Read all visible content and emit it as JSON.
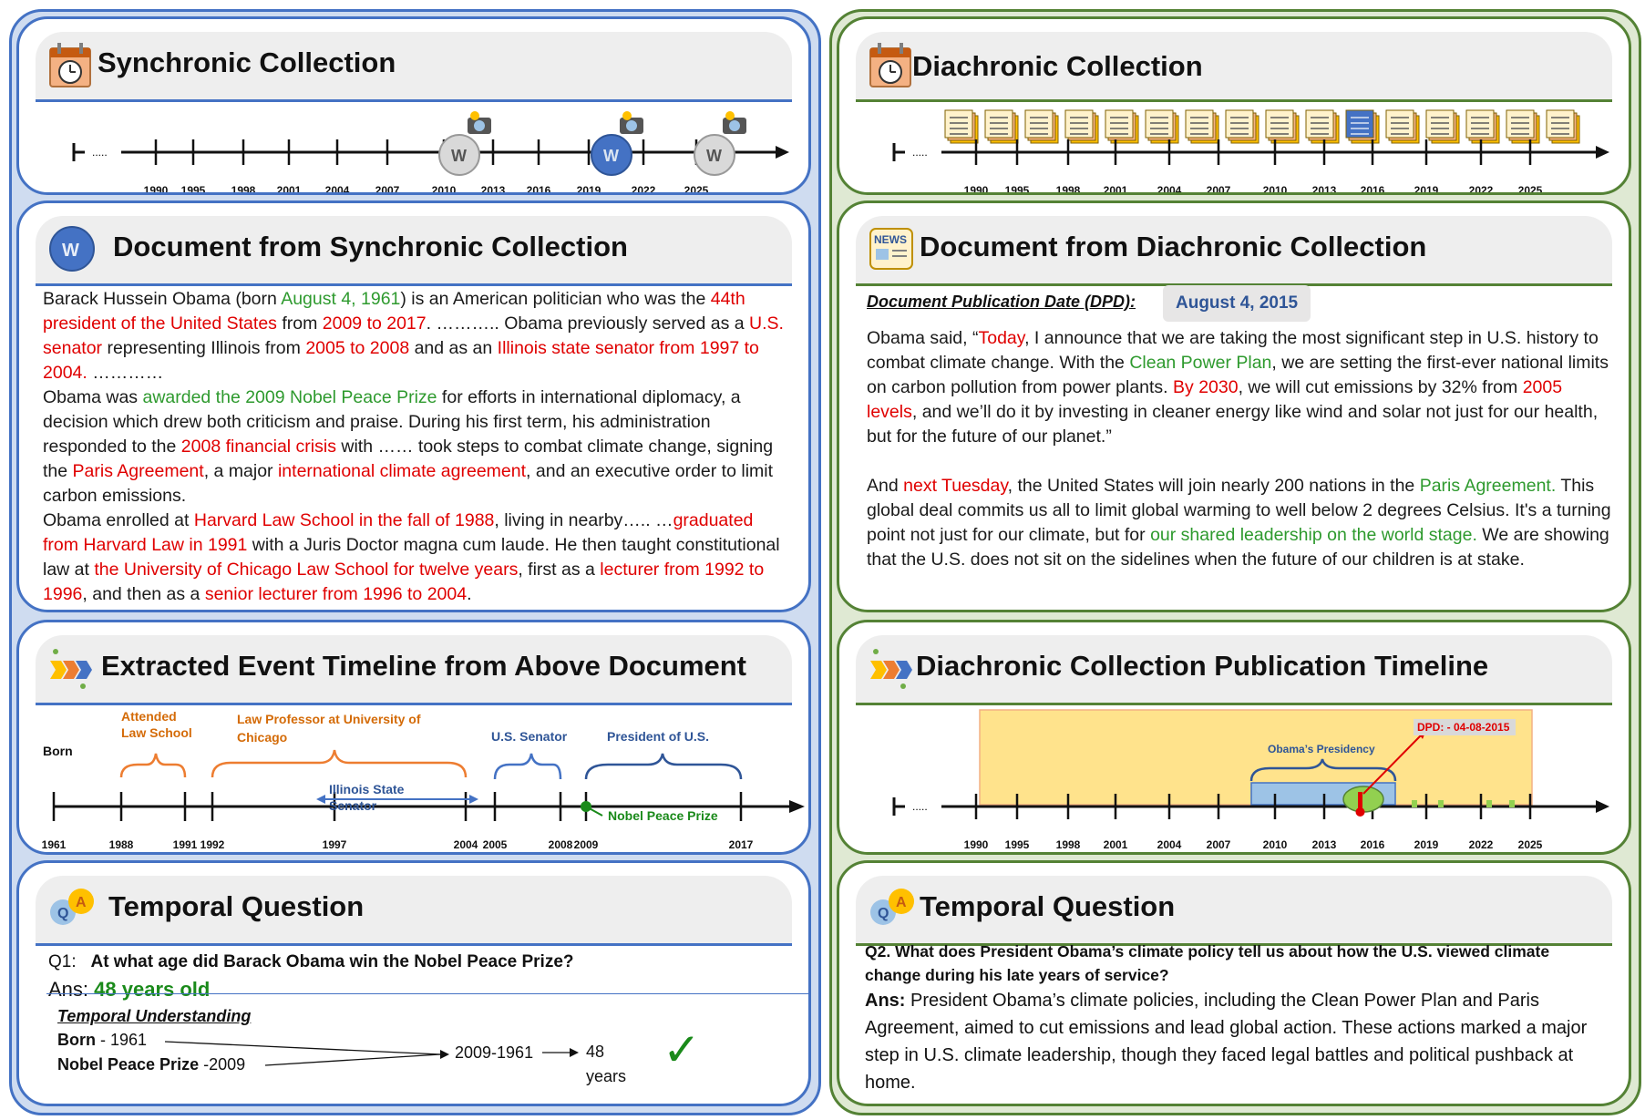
{
  "colors": {
    "blue_accent": "#4472c4",
    "green_accent": "#548235",
    "red": "#e00000",
    "green_text": "#2e9a2e",
    "orange": "#d46b08"
  },
  "left": {
    "sync": {
      "title": "Synchronic Collection",
      "ticks": [
        "1990",
        "1995",
        "1998",
        "2001",
        "2004",
        "2007",
        "2010",
        "2013",
        "2016",
        "2019",
        "2022",
        "2025"
      ],
      "start_dots": "....."
    },
    "doc": {
      "title": "Document from Synchronic Collection",
      "p1": [
        {
          "t": "Barack Hussein Obama (born ",
          "c": ""
        },
        {
          "t": "August 4, 1961",
          "c": "grn"
        },
        {
          "t": ") is an American politician who was the ",
          "c": ""
        },
        {
          "t": "44th president of the United States",
          "c": "red"
        },
        {
          "t": " from ",
          "c": ""
        },
        {
          "t": "2009 to 2017",
          "c": "red"
        },
        {
          "t": ". ……….. Obama previously served as a ",
          "c": ""
        },
        {
          "t": "U.S. senator",
          "c": "red"
        },
        {
          "t": " representing Illinois from ",
          "c": ""
        },
        {
          "t": "2005 to 2008",
          "c": "red"
        },
        {
          "t": " and as an ",
          "c": ""
        },
        {
          "t": "Illinois state senator from 1997 to 2004.",
          "c": "red"
        },
        {
          "t": " …………",
          "c": ""
        }
      ],
      "p2": [
        {
          "t": "Obama was ",
          "c": ""
        },
        {
          "t": "awarded the 2009 Nobel Peace Prize",
          "c": "grn"
        },
        {
          "t": " for efforts in international diplomacy, a decision which drew both criticism and praise. During his first term, his administration responded to the ",
          "c": ""
        },
        {
          "t": "2008 financial crisis",
          "c": "red"
        },
        {
          "t": " with …… took steps to combat climate change, signing the ",
          "c": ""
        },
        {
          "t": "Paris Agreement",
          "c": "red"
        },
        {
          "t": ", a major ",
          "c": ""
        },
        {
          "t": "international climate agreement",
          "c": "red"
        },
        {
          "t": ", and an executive order to limit carbon emissions.",
          "c": ""
        }
      ],
      "p3": [
        {
          "t": "Obama enrolled at ",
          "c": ""
        },
        {
          "t": "Harvard Law School in the fall of 1988",
          "c": "red"
        },
        {
          "t": ", living in nearby….. …",
          "c": ""
        },
        {
          "t": "graduated from Harvard Law in 1991",
          "c": "red"
        },
        {
          "t": " with a Juris Doctor magna cum laude. He then taught constitutional law at ",
          "c": ""
        },
        {
          "t": "the University of Chicago Law School for twelve years",
          "c": "red"
        },
        {
          "t": ", first as a ",
          "c": ""
        },
        {
          "t": "lecturer from 1992 to 1996",
          "c": "red"
        },
        {
          "t": ", and then as a ",
          "c": ""
        },
        {
          "t": "senior lecturer from 1996 to 2004",
          "c": "red"
        },
        {
          "t": ".",
          "c": ""
        }
      ]
    },
    "timeline": {
      "title": "Extracted Event Timeline from Above Document",
      "ticks": [
        "1961",
        "1988",
        "1991",
        "1992",
        "1997",
        "2004",
        "2005",
        "2008",
        "2009",
        "2017"
      ],
      "born": "Born",
      "attended_1": "Attended",
      "attended_2": "Law School",
      "prof_1": "Law Professor at University of",
      "prof_2": "Chicago",
      "illinois_1": "Illinois State",
      "illinois_2": "Senator",
      "senator": "U.S. Senator",
      "president": "President of U.S.",
      "nobel": "Nobel Peace Prize"
    },
    "question": {
      "title": "Temporal Question",
      "q_label": "Q1:",
      "q_text": "At what age did Barack Obama win the Nobel Peace Prize?",
      "ans_label": "Ans:",
      "ans_value": "48 years old",
      "tu_label": "Temporal Understanding",
      "born_label": "Born",
      "born_value": " - 1961",
      "nobel_label": "Nobel Peace Prize",
      "nobel_value": " -2009",
      "calc": "2009-1961",
      "result_1": "48",
      "result_2": "years",
      "check": "✓"
    }
  },
  "right": {
    "dia": {
      "title": "Diachronic Collection",
      "ticks": [
        "1990",
        "1995",
        "1998",
        "2001",
        "2004",
        "2007",
        "2010",
        "2013",
        "2016",
        "2019",
        "2022",
        "2025"
      ],
      "start_dots": "....."
    },
    "doc": {
      "title": "Document from Diachronic Collection",
      "news_icon": "NEWS",
      "dpd_label": "Document Publication Date (DPD):",
      "dpd_value": "August 4, 2015",
      "p1": [
        {
          "t": "Obama said, “",
          "c": ""
        },
        {
          "t": "Today",
          "c": "red"
        },
        {
          "t": ", I announce that we are taking the most significant step in U.S. history to combat climate change. With the ",
          "c": ""
        },
        {
          "t": "Clean Power Plan",
          "c": "grn"
        },
        {
          "t": ", we are setting the first-ever national limits on carbon pollution from power plants. ",
          "c": ""
        },
        {
          "t": "By 2030",
          "c": "red"
        },
        {
          "t": ", we will cut emissions by 32% from ",
          "c": ""
        },
        {
          "t": "2005 levels",
          "c": "red"
        },
        {
          "t": ", and we’ll do it by investing in cleaner energy like wind and solar not just for our health, but for the future of our planet.”",
          "c": ""
        }
      ],
      "p2": [
        {
          "t": "And ",
          "c": ""
        },
        {
          "t": "next Tuesday",
          "c": "red"
        },
        {
          "t": ", the United States will join nearly 200 nations in the ",
          "c": ""
        },
        {
          "t": "Paris Agreement.",
          "c": "grn"
        },
        {
          "t": " This global deal commits us all to limit global warming to well below 2 degrees Celsius. It's a turning point not just for our climate, but for ",
          "c": ""
        },
        {
          "t": "our shared leadership on the world stage.",
          "c": "grn"
        },
        {
          "t": " We are showing that the U.S. does not sit on the sidelines when the future of our children is at stake.",
          "c": ""
        }
      ]
    },
    "timeline": {
      "title": "Diachronic Collection Publication Timeline",
      "ticks": [
        "1990",
        "1995",
        "1998",
        "2001",
        "2004",
        "2007",
        "2010",
        "2013",
        "2016",
        "2019",
        "2022",
        "2025"
      ],
      "presidency": "Obama’s Presidency",
      "dpd_marker": "DPD: - 04-08-2015"
    },
    "question": {
      "title": "Temporal Question",
      "q_text": "Q2. What does President Obama’s climate policy tell us about how the U.S. viewed climate change during his late years of service?",
      "ans_label": "Ans:",
      "ans_text": " President Obama’s climate policies, including the Clean Power Plan and Paris Agreement, aimed to cut emissions and lead global action. These actions marked a major step in U.S. climate leadership, though they faced legal battles and political pushback at home."
    }
  }
}
